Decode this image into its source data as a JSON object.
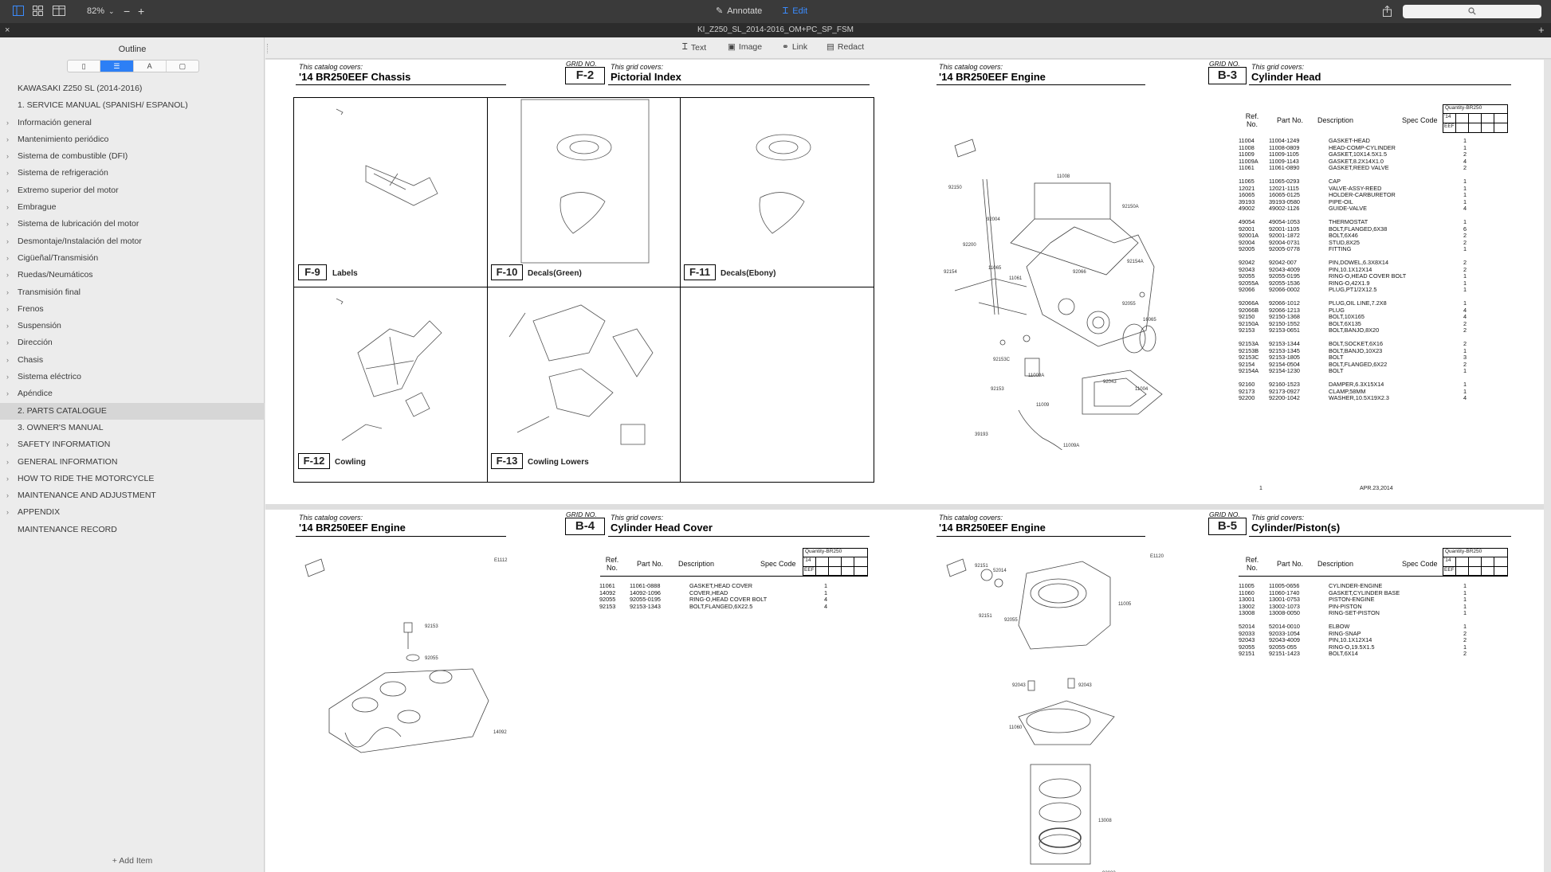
{
  "toolbar": {
    "zoom": "82%",
    "annotate": "Annotate",
    "edit": "Edit"
  },
  "tab": {
    "title": "KI_Z250_SL_2014-2016_OM+PC_SP_FSM"
  },
  "sidebar": {
    "title": "Outline",
    "add_item": "+ Add Item",
    "items": [
      {
        "label": "KAWASAKI  Z250 SL (2014-2016)",
        "chev": ""
      },
      {
        "label": "1. SERVICE MANUAL (SPANISH/ ESPANOL)",
        "chev": ""
      },
      {
        "label": "Información general",
        "chev": "›"
      },
      {
        "label": "Mantenimiento periódico",
        "chev": "›"
      },
      {
        "label": "Sistema de combustible (DFI)",
        "chev": "›"
      },
      {
        "label": "Sistema de refrigeración",
        "chev": "›"
      },
      {
        "label": "Extremo superior del motor",
        "chev": "›"
      },
      {
        "label": "Embrague",
        "chev": "›"
      },
      {
        "label": "Sistema de lubricación del motor",
        "chev": "›"
      },
      {
        "label": "Desmontaje/Instalación del motor",
        "chev": "›"
      },
      {
        "label": "Cigüeñal/Transmisión",
        "chev": "›"
      },
      {
        "label": "Ruedas/Neumáticos",
        "chev": "›"
      },
      {
        "label": "Transmisión final",
        "chev": "›"
      },
      {
        "label": "Frenos",
        "chev": "›"
      },
      {
        "label": "Suspensión",
        "chev": "›"
      },
      {
        "label": "Dirección",
        "chev": "›"
      },
      {
        "label": "Chasis",
        "chev": "›"
      },
      {
        "label": "Sistema eléctrico",
        "chev": "›"
      },
      {
        "label": "Apéndice",
        "chev": "›"
      },
      {
        "label": "2. PARTS CATALOGUE",
        "chev": ""
      },
      {
        "label": "3. OWNER'S MANUAL",
        "chev": ""
      },
      {
        "label": "SAFETY INFORMATION",
        "chev": "›"
      },
      {
        "label": "GENERAL INFORMATION",
        "chev": "›"
      },
      {
        "label": "HOW TO RIDE THE MOTORCYCLE",
        "chev": "›"
      },
      {
        "label": "MAINTENANCE AND ADJUSTMENT",
        "chev": "›"
      },
      {
        "label": "APPENDIX",
        "chev": "›"
      },
      {
        "label": "MAINTENANCE RECORD",
        "chev": ""
      }
    ]
  },
  "annobar": {
    "text": "Text",
    "image": "Image",
    "link": "Link",
    "redact": "Redact"
  },
  "common": {
    "covers": "This catalog covers:",
    "gridno": "GRID NO.",
    "gridcovers": "This grid covers:",
    "ref": "Ref.",
    "no": "No.",
    "partno": "Part No.",
    "desc": "Description",
    "spec": "Spec Code",
    "qty": "Quantity-BR250",
    "y14": "'14",
    "eef": "EEF"
  },
  "pages": {
    "f2": {
      "model": "'14 BR250EEF Chassis",
      "grid": "F-2",
      "title": "Pictorial Index",
      "figs": [
        {
          "num": "F-9",
          "label": "Labels"
        },
        {
          "num": "F-10",
          "label": "Decals(Green)"
        },
        {
          "num": "F-11",
          "label": "Decals(Ebony)"
        },
        {
          "num": "F-12",
          "label": "Cowling"
        },
        {
          "num": "F-13",
          "label": "Cowling Lowers"
        }
      ]
    },
    "b3": {
      "model": "'14 BR250EEF Engine",
      "grid": "B-3",
      "title": "Cylinder Head",
      "page": "1",
      "date": "APR.23,2014"
    },
    "b4": {
      "model": "'14 BR250EEF Engine",
      "grid": "B-4",
      "title": "Cylinder Head Cover"
    },
    "b5": {
      "model": "'14 BR250EEF Engine",
      "grid": "B-5",
      "title": "Cylinder/Piston(s)"
    }
  },
  "tables": {
    "b3": [
      [
        "11004",
        "11004-1249",
        "GASKET-HEAD",
        "1"
      ],
      [
        "11008",
        "11008-0809",
        "HEAD-COMP-CYLINDER",
        "1"
      ],
      [
        "11009",
        "11009-1105",
        "GASKET,10X14.5X1.5",
        "2"
      ],
      [
        "11009A",
        "11009-1143",
        "GASKET,8.2X14X1.0",
        "4"
      ],
      [
        "11061",
        "11061-0890",
        "GASKET,REED VALVE",
        "2"
      ],
      null,
      [
        "11065",
        "11065-0293",
        "CAP",
        "1"
      ],
      [
        "12021",
        "12021-1115",
        "VALVE-ASSY-REED",
        "1"
      ],
      [
        "16065",
        "16065-0125",
        "HOLDER-CARBURETOR",
        "1"
      ],
      [
        "39193",
        "39193-0580",
        "PIPE-OIL",
        "1"
      ],
      [
        "49002",
        "49002-1126",
        "GUIDE-VALVE",
        "4"
      ],
      null,
      [
        "49054",
        "49054-1053",
        "THERMOSTAT",
        "1"
      ],
      [
        "92001",
        "92001-1105",
        "BOLT,FLANGED,6X38",
        "6"
      ],
      [
        "92001A",
        "92001-1872",
        "BOLT,6X46",
        "2"
      ],
      [
        "92004",
        "92004-0731",
        "STUD,8X25",
        "2"
      ],
      [
        "92005",
        "92005-0778",
        "FITTING",
        "1"
      ],
      null,
      [
        "92042",
        "92042-007",
        "PIN,DOWEL,6.3X8X14",
        "2"
      ],
      [
        "92043",
        "92043-4009",
        "PIN,10.1X12X14",
        "2"
      ],
      [
        "92055",
        "92055-0195",
        "RING-O,HEAD COVER BOLT",
        "1"
      ],
      [
        "92055A",
        "92055-1536",
        "RING-O,42X1.9",
        "1"
      ],
      [
        "92066",
        "92066-0002",
        "PLUG,PT1/2X12.5",
        "1"
      ],
      null,
      [
        "92066A",
        "92066-1012",
        "PLUG,OIL LINE,7.2X8",
        "1"
      ],
      [
        "92066B",
        "92066-1213",
        "PLUG",
        "4"
      ],
      [
        "92150",
        "92150-1368",
        "BOLT,10X165",
        "4"
      ],
      [
        "92150A",
        "92150-1552",
        "BOLT,6X135",
        "2"
      ],
      [
        "92153",
        "92153-0651",
        "BOLT,BANJO,8X20",
        "2"
      ],
      null,
      [
        "92153A",
        "92153-1344",
        "BOLT,SOCKET,6X16",
        "2"
      ],
      [
        "92153B",
        "92153-1345",
        "BOLT,BANJO,10X23",
        "1"
      ],
      [
        "92153C",
        "92153-1805",
        "BOLT",
        "3"
      ],
      [
        "92154",
        "92154-0504",
        "BOLT,FLANGED,6X22",
        "2"
      ],
      [
        "92154A",
        "92154-1230",
        "BOLT",
        "1"
      ],
      null,
      [
        "92160",
        "92160-1523",
        "DAMPER,6.3X15X14",
        "1"
      ],
      [
        "92173",
        "92173-0927",
        "CLAMP,58MM",
        "1"
      ],
      [
        "92200",
        "92200-1042",
        "WASHER,10.5X19X2.3",
        "4"
      ]
    ],
    "b4": [
      [
        "11061",
        "11061-0888",
        "GASKET,HEAD COVER",
        "1"
      ],
      [
        "14092",
        "14092-1096",
        "COVER,HEAD",
        "1"
      ],
      [
        "92055",
        "92055-0195",
        "RING-O,HEAD COVER BOLT",
        "4"
      ],
      [
        "92153",
        "92153-1343",
        "BOLT,FLANGED,6X22.5",
        "4"
      ]
    ],
    "b5": [
      [
        "11005",
        "11005-0656",
        "CYLINDER-ENGINE",
        "1"
      ],
      [
        "11060",
        "11060-1740",
        "GASKET,CYLINDER BASE",
        "1"
      ],
      [
        "13001",
        "13001-0753",
        "PISTON-ENGINE",
        "1"
      ],
      [
        "13002",
        "13002-1073",
        "PIN-PISTON",
        "1"
      ],
      [
        "13008",
        "13008-0050",
        "RING-SET-PISTON",
        "1"
      ],
      null,
      [
        "52014",
        "52014-0010",
        "ELBOW",
        "1"
      ],
      [
        "92033",
        "92033-1054",
        "RING-SNAP",
        "2"
      ],
      [
        "92043",
        "92043-4009",
        "PIN,10.1X12X14",
        "2"
      ],
      [
        "92055",
        "92055-055",
        "RING-O,19.5X1.5",
        "1"
      ],
      [
        "92151",
        "92151-1423",
        "BOLT,6X14",
        "2"
      ]
    ]
  }
}
